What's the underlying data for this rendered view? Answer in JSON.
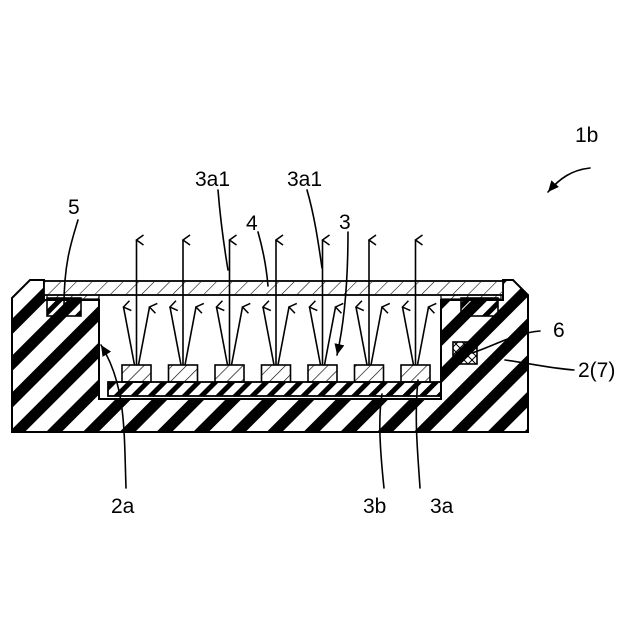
{
  "figure": {
    "labels": {
      "assembly": "1b",
      "sealing": "5",
      "cover": "4",
      "ray_left": "3a1",
      "ray_right": "3a1",
      "light_unit": "3",
      "spacer": "6",
      "housing": "2(7)",
      "recess": "2a",
      "substrate": "3b",
      "element": "3a"
    },
    "counts": {
      "light_elements": 7
    },
    "colors": {
      "line": "#000000",
      "background": "#ffffff"
    }
  }
}
